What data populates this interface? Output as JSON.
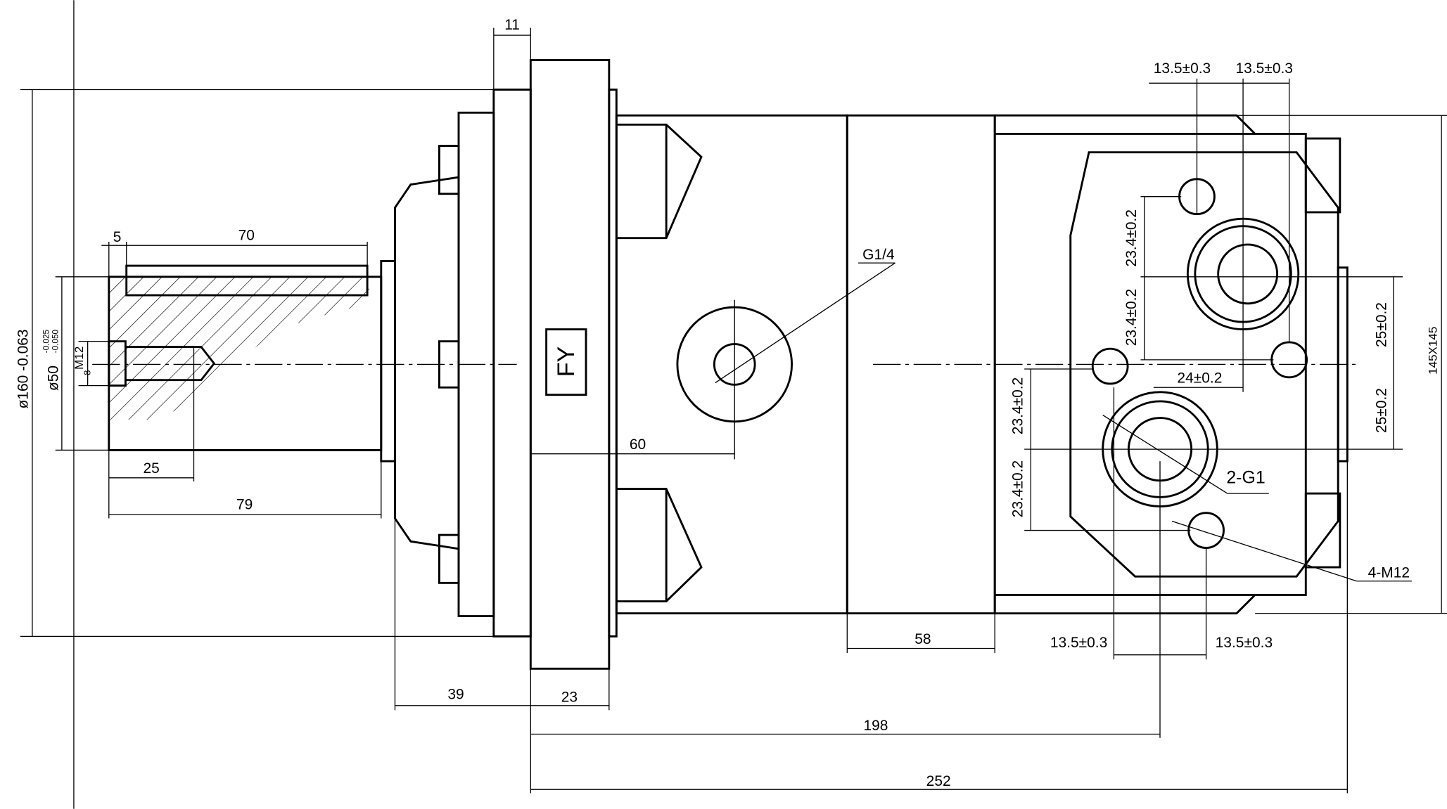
{
  "dimensions": {
    "d11": "11",
    "d5": "5",
    "d70": "70",
    "d160": "ø160 -0.063",
    "d50": "ø50",
    "d50_upper": "-0.025",
    "d50_lower": "-0.050",
    "m12": "M12",
    "m12_sub": "8",
    "d25": "25",
    "d79": "79",
    "d39": "39",
    "d23": "23",
    "d60": "60",
    "g14": "G1/4",
    "d58": "58",
    "d198": "198",
    "d252": "252",
    "tol135_tl": "13.5±0.3",
    "tol135_tr": "13.5±0.3",
    "tol135_bl": "13.5±0.3",
    "tol135_br": "13.5±0.3",
    "tol234_a": "23.4±0.2",
    "tol234_b": "23.4±0.2",
    "tol234_c": "23.4±0.2",
    "tol234_d": "23.4±0.2",
    "tol24": "24±0.2",
    "tol25_a": "25±0.2",
    "tol25_b": "25±0.2",
    "g1": "2-G1",
    "m12_4": "4-M12",
    "square": "145X145"
  },
  "logo": "FY"
}
